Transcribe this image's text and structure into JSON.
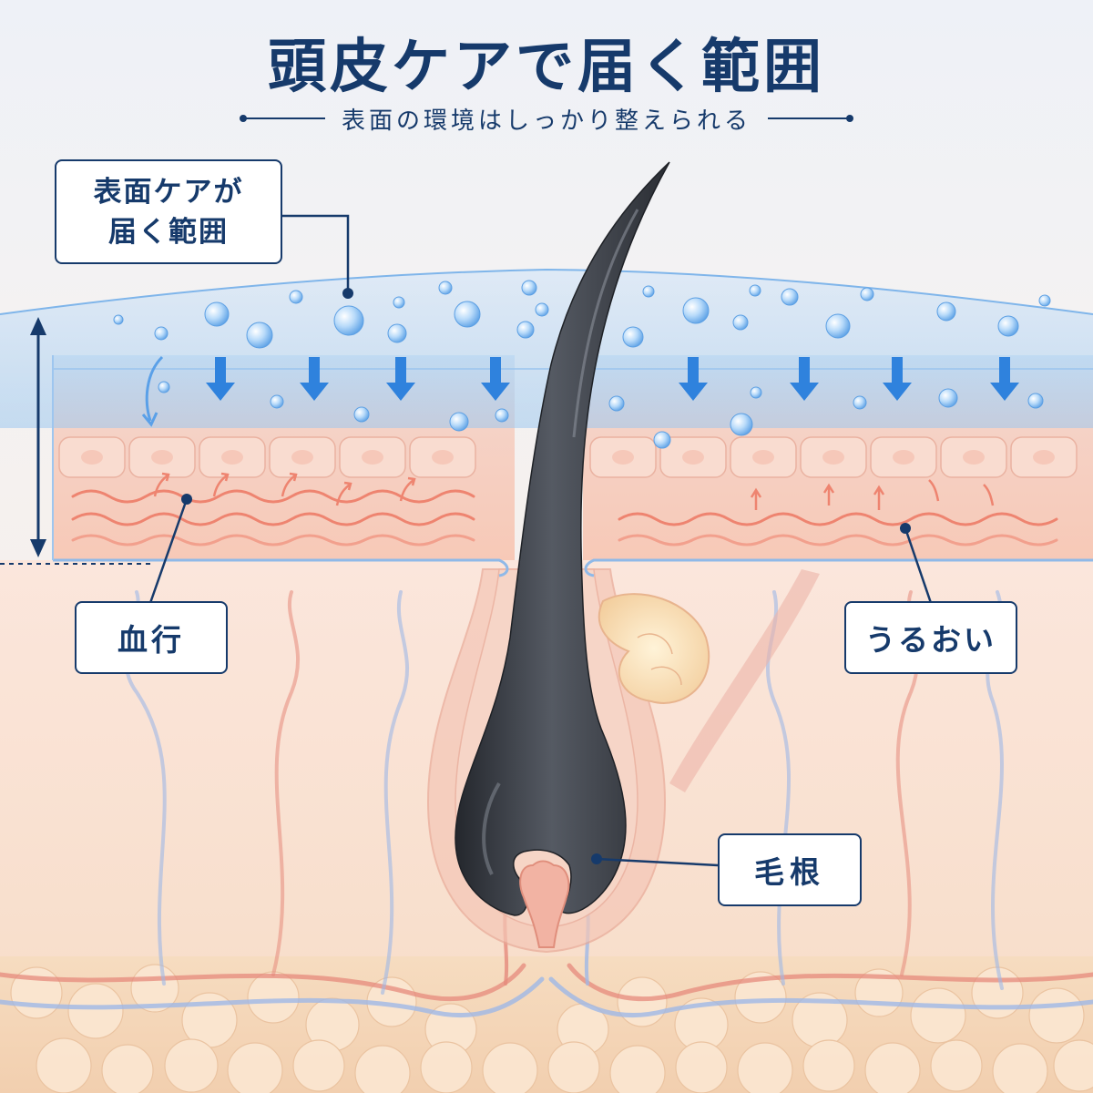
{
  "header": {
    "title": "頭皮ケアで届く範囲",
    "subtitle": "表面の環境はしっかり整えられる"
  },
  "labels": {
    "surface_line1": "表面ケアが",
    "surface_line2": "届く範囲",
    "blood_flow": "血行",
    "moisture": "うるおい",
    "hair_root": "毛根"
  },
  "colors": {
    "navy": "#163a6b",
    "water": "#3f8fe0",
    "skin": "#f4b9a8",
    "hair": "#35383f",
    "vessel_red": "#e58a7c",
    "vessel_blue": "#9fb8e6"
  },
  "icons": [
    "down-arrow-icon",
    "heat-wave-icon",
    "water-droplet-icon",
    "double-arrow-icon"
  ]
}
